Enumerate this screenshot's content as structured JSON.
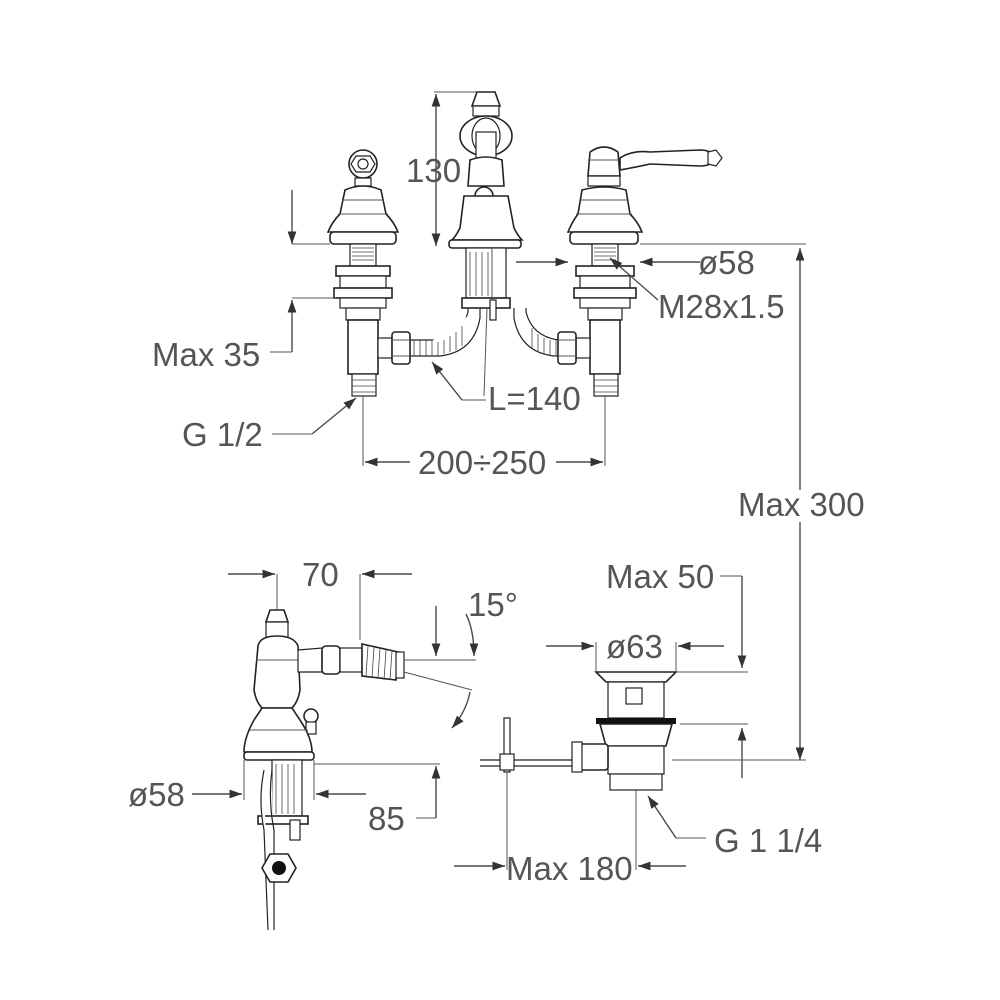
{
  "labels": {
    "height_130": "130",
    "dia_58_top": "ø58",
    "thread": "M28x1.5",
    "max_35": "Max 35",
    "hose_length": "L=140",
    "inlet_thread": "G 1/2",
    "spacing": "200÷250",
    "max_300": "Max 300",
    "spout_70": "70",
    "angle_15": "15°",
    "max_50": "Max 50",
    "dia_63": "ø63",
    "dia_58_side": "ø58",
    "depth_85": "85",
    "waste_thread": "G 1 1/4",
    "max_180": "Max 180"
  },
  "colors": {
    "line": "#333333",
    "text": "#555555",
    "background": "#ffffff"
  }
}
